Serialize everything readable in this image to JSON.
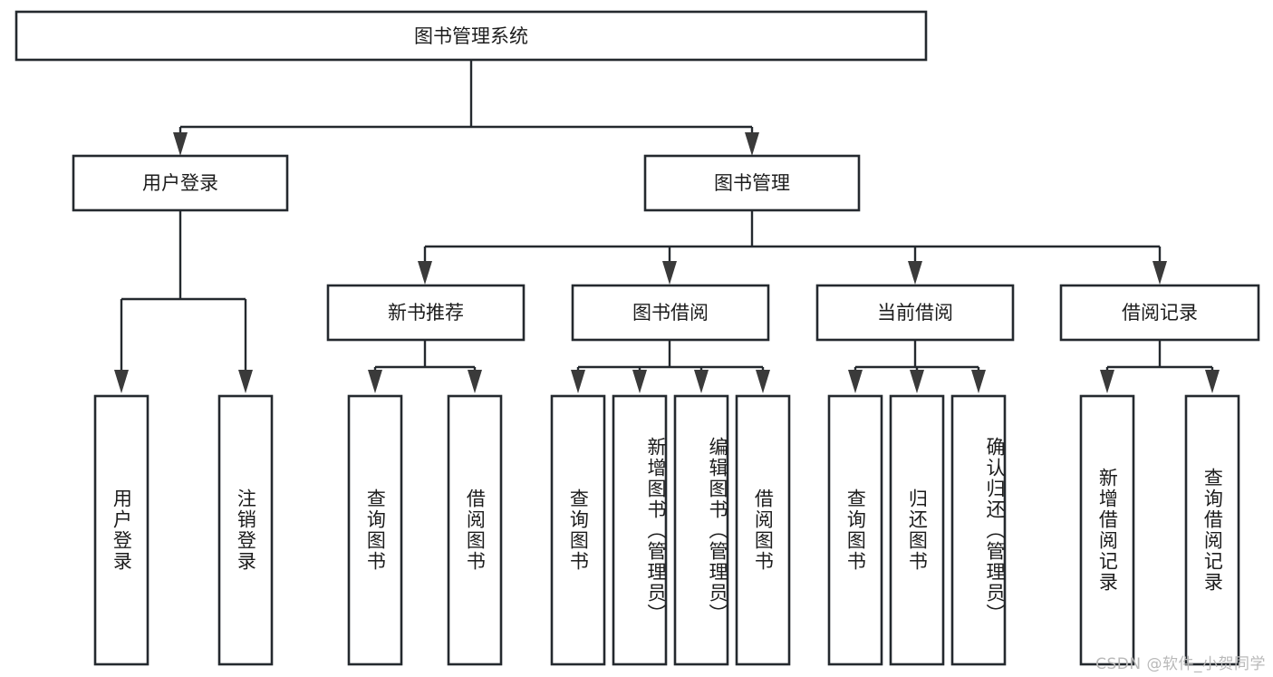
{
  "diagram": {
    "type": "tree-hierarchy-flowchart",
    "title": "图书管理系统",
    "watermark": "CSDN @软件_小贺同学",
    "colors": {
      "background": "#ffffff",
      "box_fill": "#ffffff",
      "box_stroke": "#24292e",
      "connector": "#24292e",
      "arrow": "#3a3a3a",
      "text": "#1c1c1c",
      "watermark": "#b9b9b9"
    },
    "levels": {
      "root": {
        "label": "图书管理系统"
      },
      "level2": [
        {
          "id": "user-login",
          "label": "用户登录"
        },
        {
          "id": "book-management",
          "label": "图书管理"
        }
      ],
      "level3": [
        {
          "id": "new-book-recommend",
          "label": "新书推荐",
          "parent": "book-management"
        },
        {
          "id": "book-borrow",
          "label": "图书借阅",
          "parent": "book-management"
        },
        {
          "id": "current-borrow",
          "label": "当前借阅",
          "parent": "book-management"
        },
        {
          "id": "borrow-record",
          "label": "借阅记录",
          "parent": "book-management"
        }
      ],
      "leaves": [
        {
          "id": "leaf-user-login",
          "label": "用户登录",
          "parent": "user-login"
        },
        {
          "id": "leaf-logout",
          "label": "注销登录",
          "parent": "user-login"
        },
        {
          "id": "leaf-query-book-1",
          "label": "查询图书",
          "parent": "new-book-recommend"
        },
        {
          "id": "leaf-borrow-book-1",
          "label": "借阅图书",
          "parent": "new-book-recommend"
        },
        {
          "id": "leaf-query-book-2",
          "label": "查询图书",
          "parent": "book-borrow"
        },
        {
          "id": "leaf-add-book",
          "label": "新增图书（管理员）",
          "parent": "book-borrow"
        },
        {
          "id": "leaf-edit-book",
          "label": "编辑图书（管理员）",
          "parent": "book-borrow"
        },
        {
          "id": "leaf-borrow-book-2",
          "label": "借阅图书",
          "parent": "book-borrow"
        },
        {
          "id": "leaf-query-book-3",
          "label": "查询图书",
          "parent": "current-borrow"
        },
        {
          "id": "leaf-return-book",
          "label": "归还图书",
          "parent": "current-borrow"
        },
        {
          "id": "leaf-confirm-return",
          "label": "确认归还（管理员）",
          "parent": "current-borrow"
        },
        {
          "id": "leaf-add-record",
          "label": "新增借阅记录",
          "parent": "borrow-record"
        },
        {
          "id": "leaf-query-record",
          "label": "查询借阅记录",
          "parent": "borrow-record"
        }
      ]
    }
  }
}
